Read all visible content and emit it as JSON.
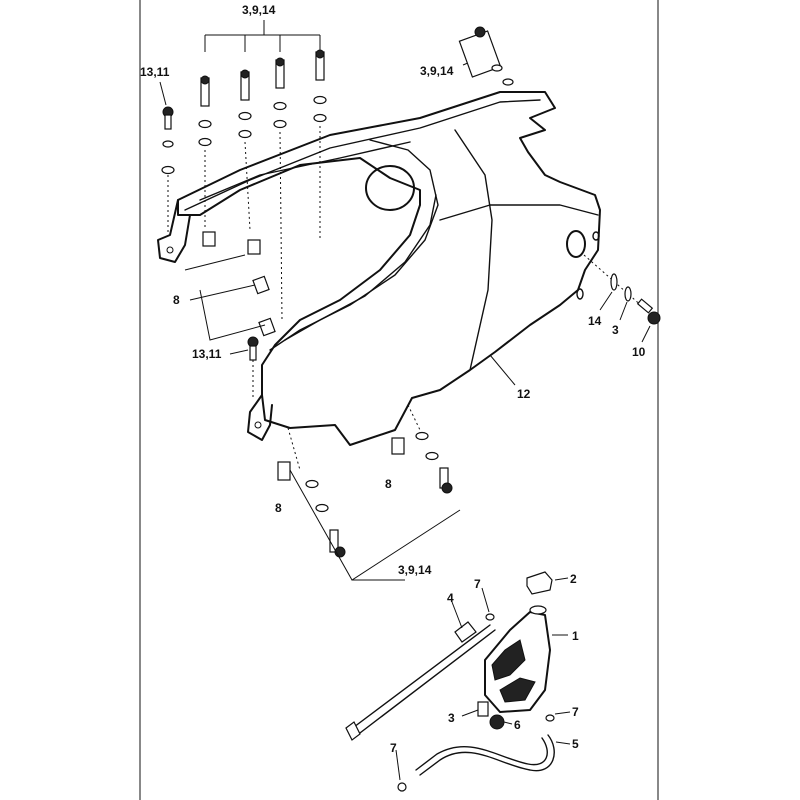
{
  "labels": {
    "top_group": "3,9,14",
    "top_right_group": "3,9,14",
    "left_13_11_top": "13,11",
    "left_13_11_bottom": "13,11",
    "left_8": "8",
    "bottom_8_left": "8",
    "bottom_8_right": "8",
    "bottom_group": "3,9,14",
    "cover_12": "12",
    "right_14": "14",
    "right_3": "3",
    "right_10": "10",
    "cap_2": "2",
    "tank_1": "1",
    "hose_4": "4",
    "clip_7_top": "7",
    "clip_7_right": "7",
    "clip_7_bottom": "7",
    "clamp_3": "3",
    "grommet_6": "6",
    "hose_5": "5"
  }
}
